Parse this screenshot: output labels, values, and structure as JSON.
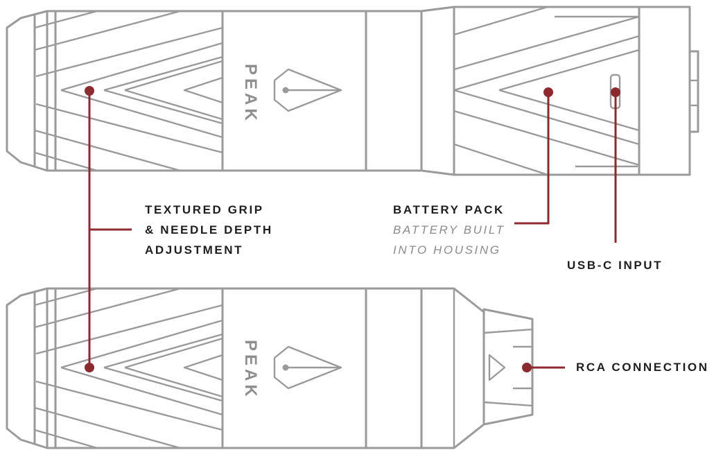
{
  "pens": {
    "top": {
      "brand": "PEAK"
    },
    "bottom": {
      "brand": "PEAK"
    }
  },
  "callouts": {
    "grip": {
      "line1": "TEXTURED GRIP",
      "line2": "& NEEDLE DEPTH",
      "line3": "ADJUSTMENT"
    },
    "battery": {
      "title": "BATTERY PACK",
      "sub1": "BATTERY BUILT",
      "sub2": "INTO HOUSING"
    },
    "usbc": {
      "title": "USB-C INPUT"
    },
    "rca": {
      "title": "RCA CONNECTION"
    }
  },
  "colors": {
    "outline": "#9a9a9a",
    "accent": "#8c2a2f",
    "label_text": "#1e1e1e",
    "sub_text": "#8b8b8b"
  }
}
